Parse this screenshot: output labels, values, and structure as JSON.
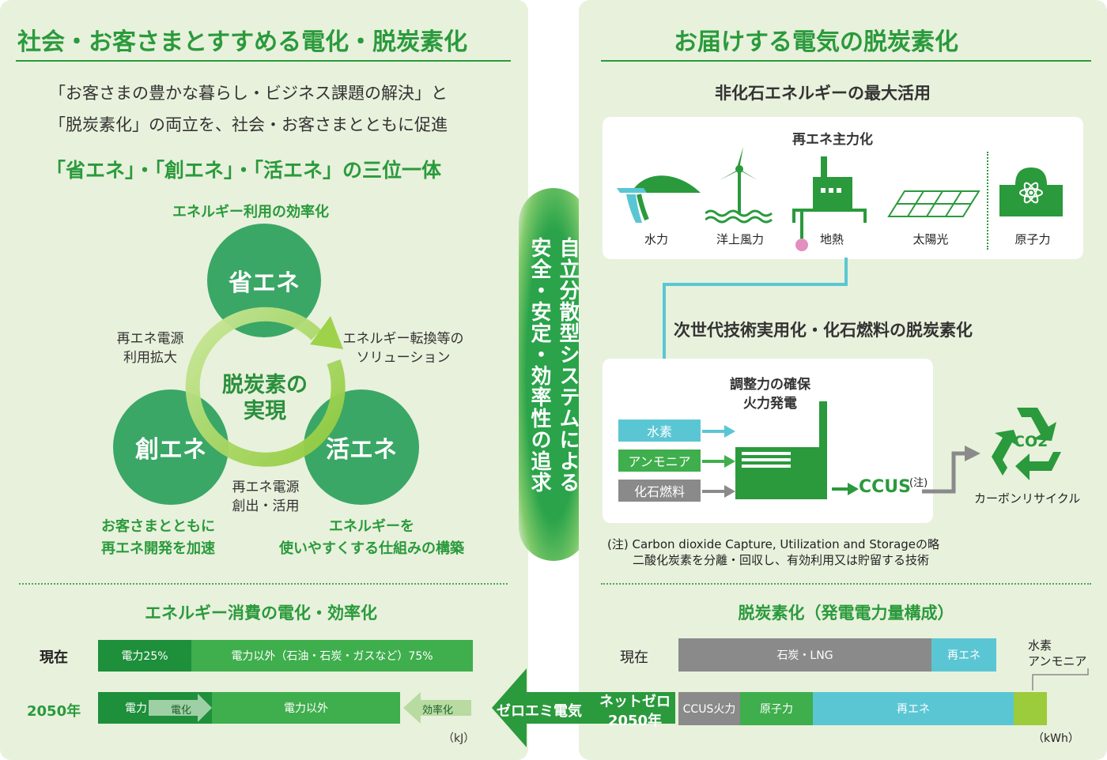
{
  "left": {
    "title": "社会・お客さまとすすめる電化・脱炭素化",
    "intro_line1": "「お客さまの豊かな暮らし・ビジネス課題の解決」と",
    "intro_line2": "「脱炭素化」の両立を、社会・お客さまとともに促進",
    "trinity": "「省エネ」・「創エネ」・「活エネ」の三位一体",
    "top_caption": "エネルギー利用の効率化",
    "circle_top": "省エネ",
    "circle_left": "創エネ",
    "circle_right": "活エネ",
    "center_line1": "脱炭素の",
    "center_line2": "実現",
    "label_left_line1": "再エネ電源",
    "label_left_line2": "利用拡大",
    "label_right_line1": "エネルギー転換等の",
    "label_right_line2": "ソリューション",
    "label_bottom_line1": "再エネ電源",
    "label_bottom_line2": "創出・活用",
    "caption_left_line1": "お客さまとともに",
    "caption_left_line2": "再エネ開発を加速",
    "caption_right_line1": "エネルギーを",
    "caption_right_line2": "使いやすくする仕組みの構築",
    "consumption_title": "エネルギー消費の電化・効率化",
    "row_now": "現在",
    "row_2050": "2050年",
    "now_bar_power": "電力25%",
    "now_bar_other": "電力以外（石油・石炭・ガスなど）75%",
    "y2050_bar_power": "電力",
    "y2050_bar_arrow": "電化",
    "y2050_bar_other": "電力以外",
    "efficiency_label": "効率化",
    "unit_kj": "（kJ）"
  },
  "middle": {
    "col1": "自立分散型システムによる",
    "col2": "安全・安定・効率性の追求",
    "zero_emi": "ゼロエミ電気",
    "netzero_line1": "ネットゼロ",
    "netzero_line2": "2050年"
  },
  "right": {
    "title": "お届けする電気の脱炭素化",
    "nonfossil": "非化石エネルギーの最大活用",
    "renewable_main": "再エネ主力化",
    "icon_hydro": "水力",
    "icon_offshore_wind": "洋上風力",
    "icon_geothermal": "地熱",
    "icon_solar": "太陽光",
    "icon_nuclear": "原子力",
    "nextgen": "次世代技術実用化・化石燃料の脱炭素化",
    "adjust_line1": "調整力の確保",
    "adjust_line2": "火力発電",
    "fuel_hydrogen": "水素",
    "fuel_ammonia": "アンモニア",
    "fuel_fossil": "化石燃料",
    "ccus": "CCUS",
    "ccus_note_mark": "(注)",
    "co2": "CO2",
    "carbon_recycle": "カーボンリサイクル",
    "note_line1": "(注)  Carbon dioxide Capture, Utilization and Storageの略",
    "note_line2": "二酸化炭素を分離・回収し、有効利用又は貯留する技術",
    "generation_title": "脱炭素化（発電電力量構成）",
    "row_now": "現在",
    "now_bar_coal": "石炭・LNG",
    "now_bar_renewable": "再エネ",
    "h2_label_line1": "水素",
    "h2_label_line2": "アンモニア",
    "y2050_ccus": "CCUS火力",
    "y2050_nuclear": "原子力",
    "y2050_renewable": "再エネ",
    "unit_kwh": "（kWh）"
  },
  "colors": {
    "dark_green": "#1e8f3a",
    "mid_green": "#3fae4d",
    "circle_green": "#3aa766",
    "light_green_panel": "#e8f1dc",
    "cyan": "#5bc6d3",
    "gray": "#8a8a8a",
    "lime": "#9ccb3b",
    "pink": "#e38ec0"
  }
}
